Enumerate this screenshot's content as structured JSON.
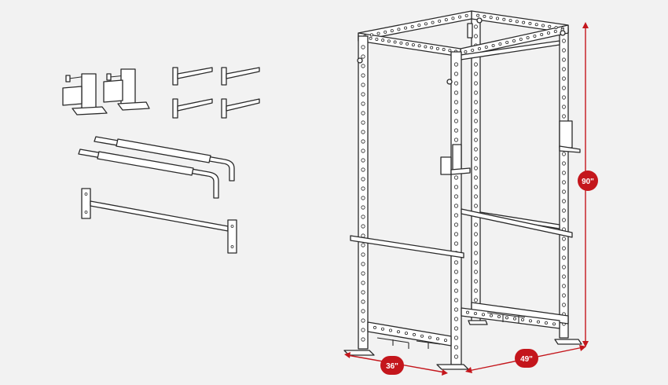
{
  "dimensions": {
    "height": {
      "label": "90\""
    },
    "depth": {
      "label": "36\""
    },
    "width": {
      "label": "49\""
    }
  },
  "colors": {
    "background": "#f2f2f2",
    "line": "#2a2a2a",
    "dimension": "#c4161c"
  },
  "icons": {
    "j_cups": "j-hook-icon",
    "pins": "spotter-pin-icon",
    "safety_arms": "safety-bar-icon",
    "pullup_bar": "pullup-bar-icon",
    "rack": "power-rack-icon"
  }
}
